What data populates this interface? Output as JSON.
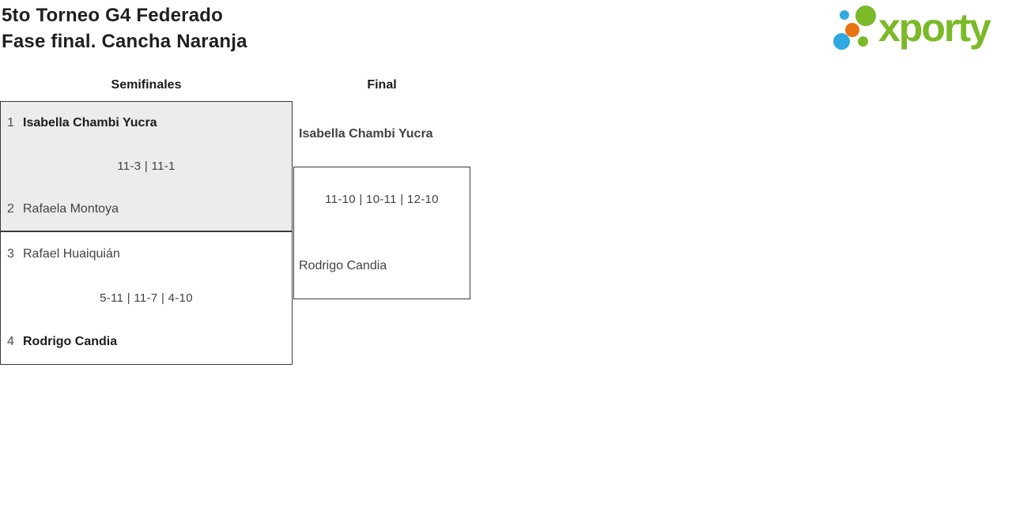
{
  "header": {
    "title_line1": "5to Torneo G4 Federado",
    "title_line2": "Fase final. Cancha Naranja"
  },
  "logo": {
    "wordmark": "xporty",
    "colors": {
      "green": "#7bb929",
      "blue": "#2fa9e0",
      "orange": "#e87511"
    }
  },
  "bracket": {
    "rounds": [
      {
        "label": "Semifinales",
        "matches": [
          {
            "player1": {
              "seed": "1",
              "name": "Isabella Chambi Yucra",
              "winner": true
            },
            "score": "11-3 | 11-1",
            "player2": {
              "seed": "2",
              "name": "Rafaela Montoya",
              "winner": false
            }
          },
          {
            "player1": {
              "seed": "3",
              "name": "Rafael Huaiquián",
              "winner": false
            },
            "score": "5-11 | 11-7 | 4-10",
            "player2": {
              "seed": "4",
              "name": "Rodrigo Candia",
              "winner": true
            }
          }
        ]
      },
      {
        "label": "Final",
        "matches": [
          {
            "player1": {
              "name": "Isabella Chambi Yucra",
              "winner": true
            },
            "score": "11-10 | 10-11 | 12-10",
            "player2": {
              "name": "Rodrigo Candia",
              "winner": false
            }
          }
        ]
      }
    ]
  }
}
